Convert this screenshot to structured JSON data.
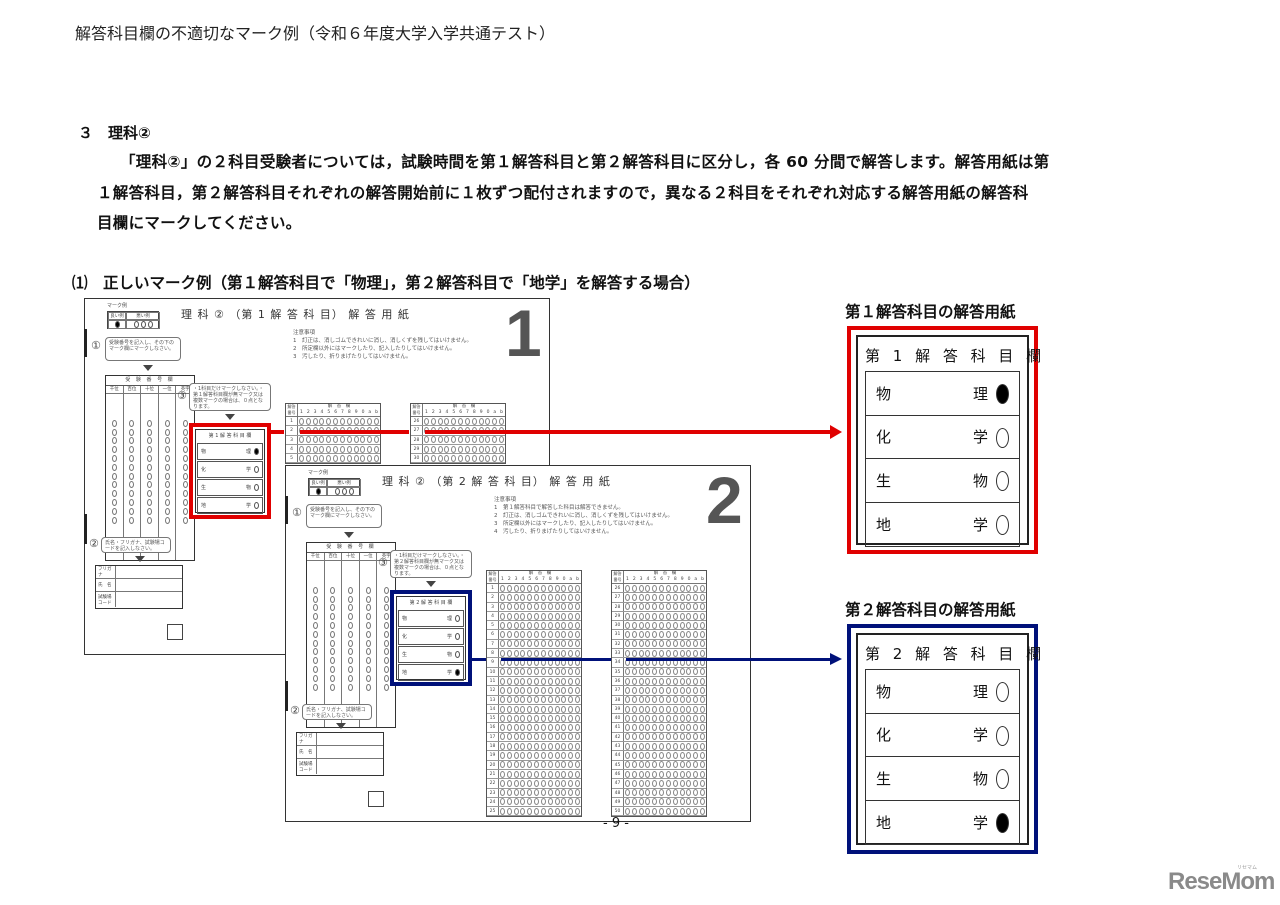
{
  "doc_title": "解答科目欄の不適切なマーク例（令和６年度大学入学共通テスト）",
  "section": "３　理科②",
  "paragraph": [
    "「理科②」の２科目受験者については，試験時間を第１解答科目と第２解答科目に区分し，各 60 分間で解答します。解答用紙は第",
    "１解答科目，第２解答科目それぞれの解答開始前に１枚ずつ配付されますので，異なる２科目をそれぞれ対応する解答用紙の解答科",
    "目欄にマークしてください。"
  ],
  "subsection": "⑴　正しいマーク例（第１解答科目で「物理」，第２解答科目で「地学」を解答する場合）",
  "sheets": [
    {
      "title": "理 科 ② （第 1 解 答 科 目） 解 答 用 紙",
      "number": "1",
      "notes_title": "注意事項",
      "notes": [
        "1　訂正は、消しゴムできれいに消し、消しくずを残してはいけません。",
        "2　所定欄以外にはマークしたり、記入したりしてはいけません。",
        "3　汚したり、折りまげたりしてはいけません。"
      ],
      "inst3": "・1科目だけマークしなさい。・第１解答科目欄が無マーク又は複数マークの場合は、０点となります。",
      "subject_header": "第 1 解 答 科 目 欄",
      "marked": 0
    },
    {
      "title": "理 科 ② （第 2 解 答 科 目） 解 答 用 紙",
      "number": "2",
      "notes_title": "注意事項",
      "notes": [
        "1　第１解答科目で解答した科目は解答できません。",
        "2　訂正は、消しゴムできれいに消し、消しくずを残してはいけません。",
        "3　所定欄以外にはマークしたり、記入したりしてはいけません。",
        "4　汚したり、折りまげたりしてはいけません。"
      ],
      "inst3": "・1科目だけマークしなさい。・第２解答科目欄が無マーク又は複数マークの場合は、０点となります。",
      "subject_header": "第 2 解 答 科 目 欄",
      "marked": 3
    }
  ],
  "sheet_common": {
    "mark_example": "マーク例",
    "good": "良い例",
    "bad": "悪い例",
    "inst1": "受験番号を記入し、その下のマーク欄にマークしなさい。",
    "exam_header": "受 験 番 号 欄",
    "exam_cols": [
      "千位",
      "百位",
      "十位",
      "一位",
      "英字"
    ],
    "inst2": "氏名・フリガナ、試験場コードを記入しなさい。",
    "furigana": "フリガナ",
    "name": "氏　名",
    "site_code": "試験場コード",
    "grid_no": "解答番号",
    "grid_label": "解　答　欄",
    "digits": [
      "1",
      "2",
      "3",
      "4",
      "5",
      "6",
      "7",
      "8",
      "9",
      "0",
      "a",
      "b"
    ],
    "grid_ranges": [
      [
        1,
        25
      ],
      [
        26,
        50
      ]
    ]
  },
  "subjects": [
    "物",
    "理",
    "化",
    "学",
    "生",
    "物",
    "地",
    "学"
  ],
  "panels": [
    {
      "label": "第１解答科目の解答用紙",
      "header": "第 1 解 答 科 目 欄",
      "marked": 0,
      "frame_color": "#e00000"
    },
    {
      "label": "第２解答科目の解答用紙",
      "header": "第 2 解 答 科 目 欄",
      "marked": 3,
      "frame_color": "#00117a"
    }
  ],
  "page_number": "- 9 -",
  "logo": "ReseMom",
  "logo_ruby": "リセマム"
}
